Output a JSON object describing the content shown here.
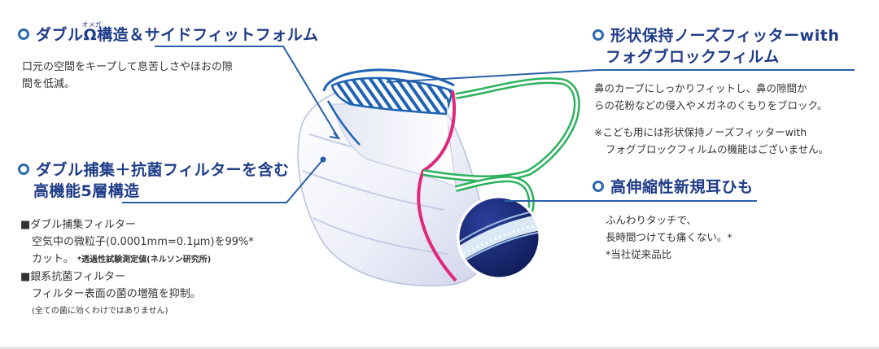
{
  "features": {
    "omega_form": {
      "title_prefix": "ダブル",
      "omega_symbol": "Ω",
      "omega_ruby": "オメガ",
      "title_suffix": "構造＆サイドフィットフォルム",
      "desc_line1": "口元の空間をキープして息苦しさやほおの隙",
      "desc_line2": "間を低減。"
    },
    "filter": {
      "title_line1": "ダブル捕集＋抗菌フィルターを含む",
      "title_line2": "高機能5層構造",
      "item1_heading": "■ダブル捕集フィルター",
      "item1_line1": "空気中の微粒子(0.0001mm=0.1μm)を99%*",
      "item1_line2": "カット。",
      "item1_note": "*透過性試験測定値(ネルソン研究所)",
      "item2_heading": "■銀系抗菌フィルター",
      "item2_line1": "フィルター表面の菌の増殖を抑制。",
      "item2_note": "(全ての菌に効くわけではありません)"
    },
    "nose_fitter": {
      "title_line1": "形状保持ノーズフィッターwith",
      "title_line2": "フォグブロックフィルム",
      "desc_line1": "鼻のカーブにしっかりフィットし、鼻の隙間か",
      "desc_line2": "らの花粉などの侵入やメガネのくもりをブロック。",
      "note_line1": "※こども用には形状保持ノーズフィッターwith",
      "note_line2": "フォグブロックフィルムの機能はございません。"
    },
    "ear_loop": {
      "title": "高伸縮性新規耳ひも",
      "desc_line1": "ふんわりタッチで、",
      "desc_line2": "長時間つけても痛くない。*",
      "desc_line3": "*当社従来品比"
    }
  },
  "colors": {
    "title_blue": "#1f3c88",
    "line_blue": "#2a5fa8",
    "bullet_blue": "#2a6ab0",
    "text_gray": "#333333",
    "ear_loop_green": "#2bb25c",
    "edge_magenta": "#e0287d",
    "fabric_shadow": "#d8dcef",
    "circle_navy": "#14246a"
  }
}
